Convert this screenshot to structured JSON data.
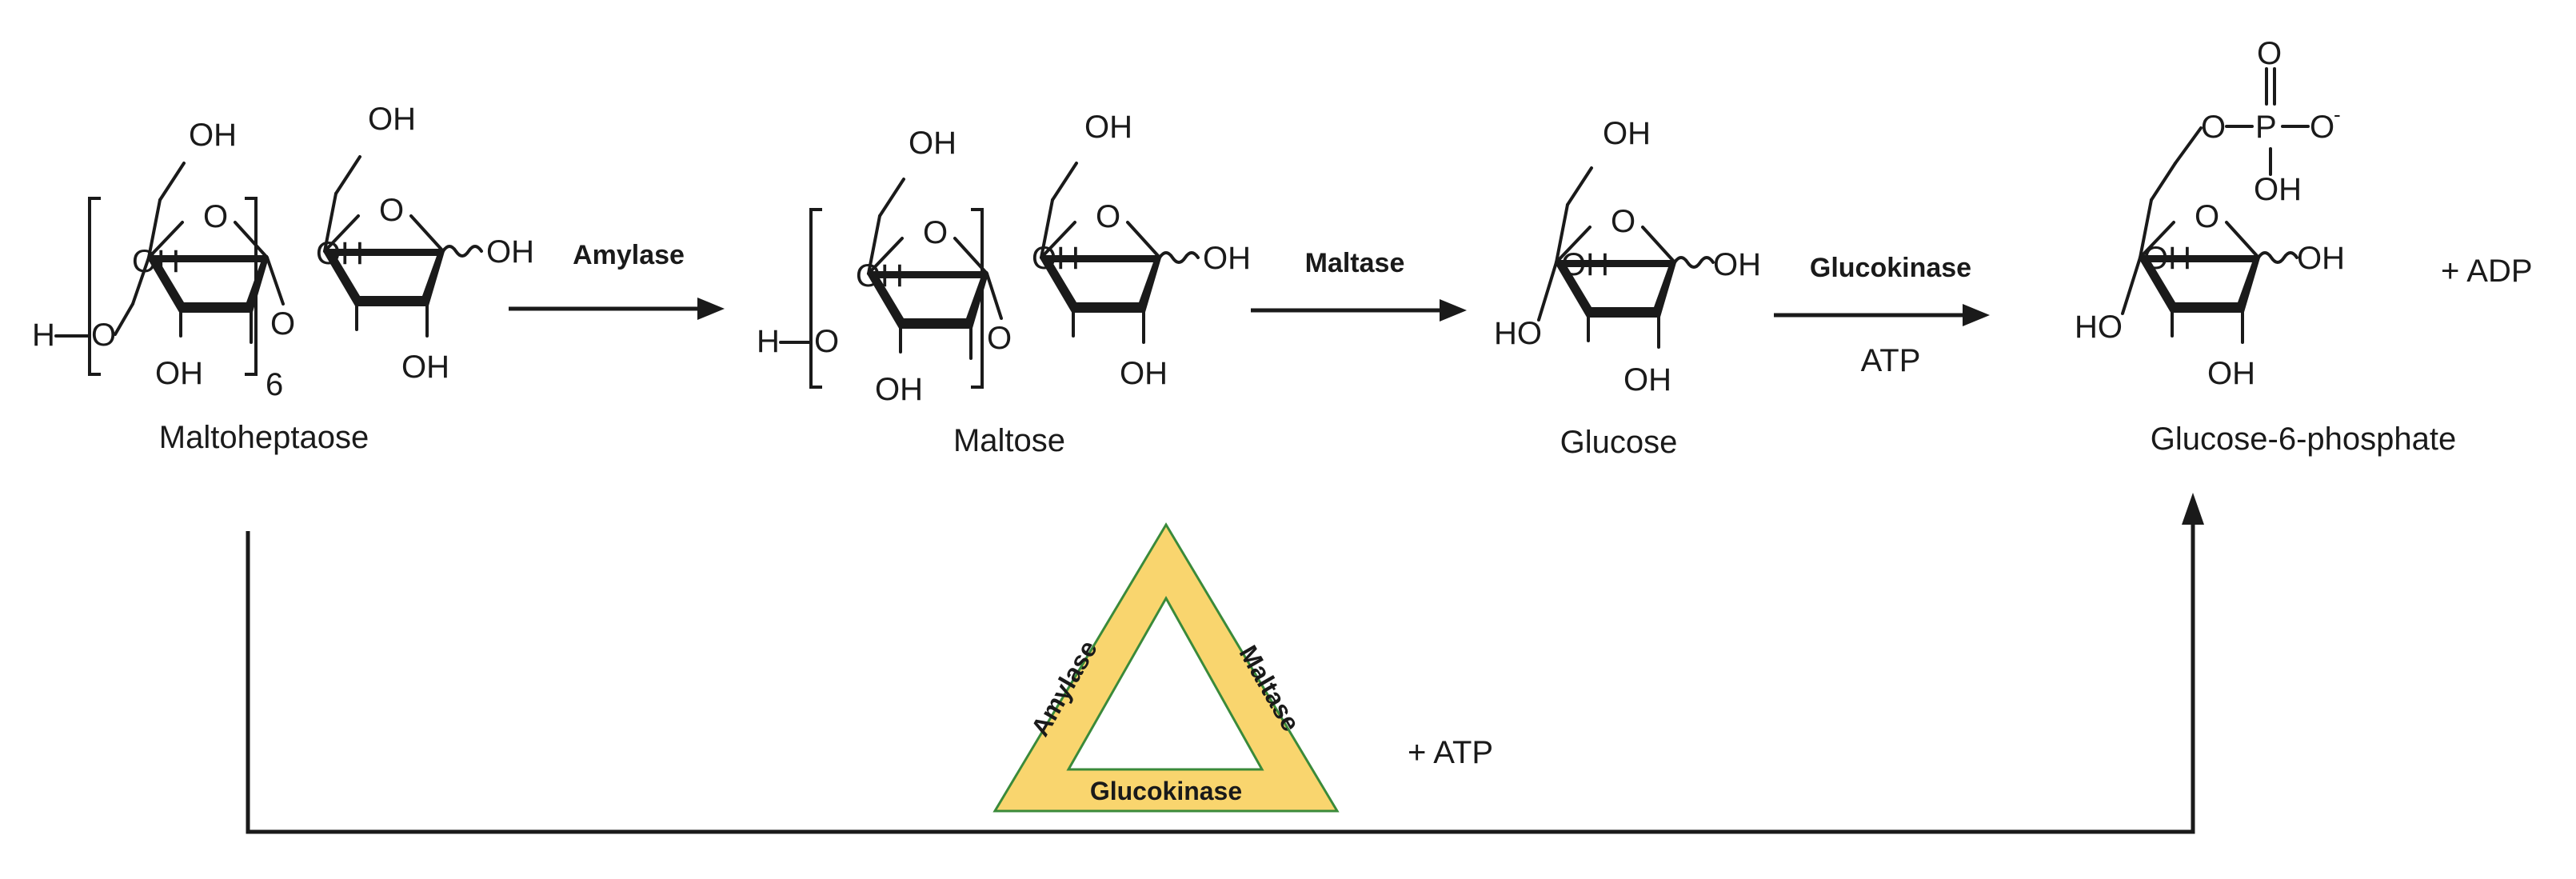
{
  "compounds": {
    "maltoheptaose": {
      "name": "Maltoheptaose",
      "repeat": "6"
    },
    "maltose": {
      "name": "Maltose"
    },
    "glucose": {
      "name": "Glucose"
    },
    "g6p": {
      "name": "Glucose-6-phosphate"
    }
  },
  "atoms": {
    "oh": "OH",
    "ho": "HO",
    "o": "O",
    "h": "H",
    "p": "P",
    "o_minus": "O",
    "minus": "-"
  },
  "steps": [
    {
      "enzyme": "Amylase",
      "cofactor": ""
    },
    {
      "enzyme": "Maltase",
      "cofactor": ""
    },
    {
      "enzyme": "Glucokinase",
      "cofactor": "ATP"
    }
  ],
  "byproduct": "+ ADP",
  "bypass": {
    "cofactor": "+ ATP",
    "triangle": {
      "left": "Amylase",
      "right": "Maltase",
      "bottom": "Glucokinase",
      "fill_color": "#f9d56e",
      "border_color": "#3a8a3a"
    }
  }
}
